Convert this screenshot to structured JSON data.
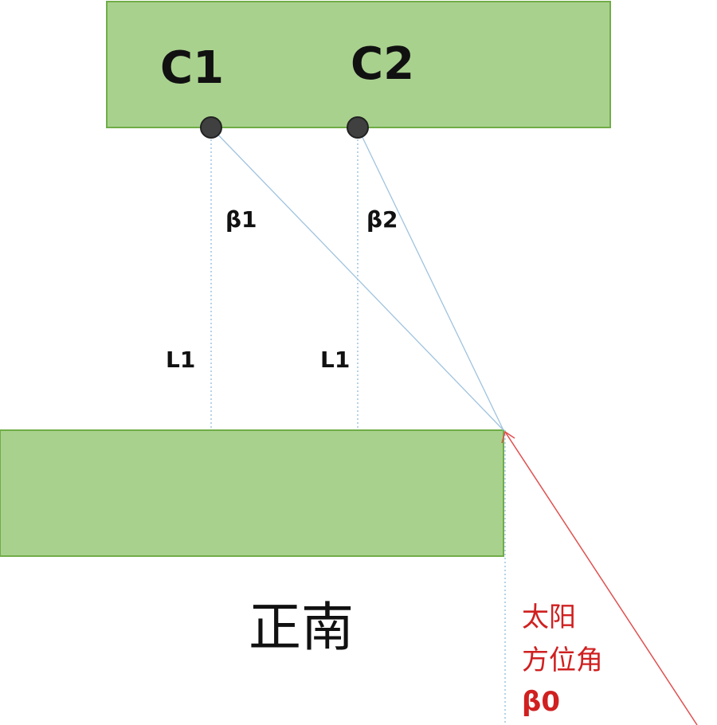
{
  "buildings": {
    "north": {
      "points": [
        "C1",
        "C2"
      ]
    },
    "south": {}
  },
  "labels": {
    "beta1": "β1",
    "beta2": "β2",
    "spacing_left": "L1",
    "spacing_right": "L1",
    "direction": "正南",
    "sun_line1": "太阳",
    "sun_line2": "方位角",
    "sun_line3": "β0"
  },
  "colors": {
    "building_fill": "#a9d18e",
    "building_stroke": "#70ad47",
    "guide_line": "#9fc3df",
    "sun_ray": "#e05050",
    "sun_text": "#d02020"
  }
}
